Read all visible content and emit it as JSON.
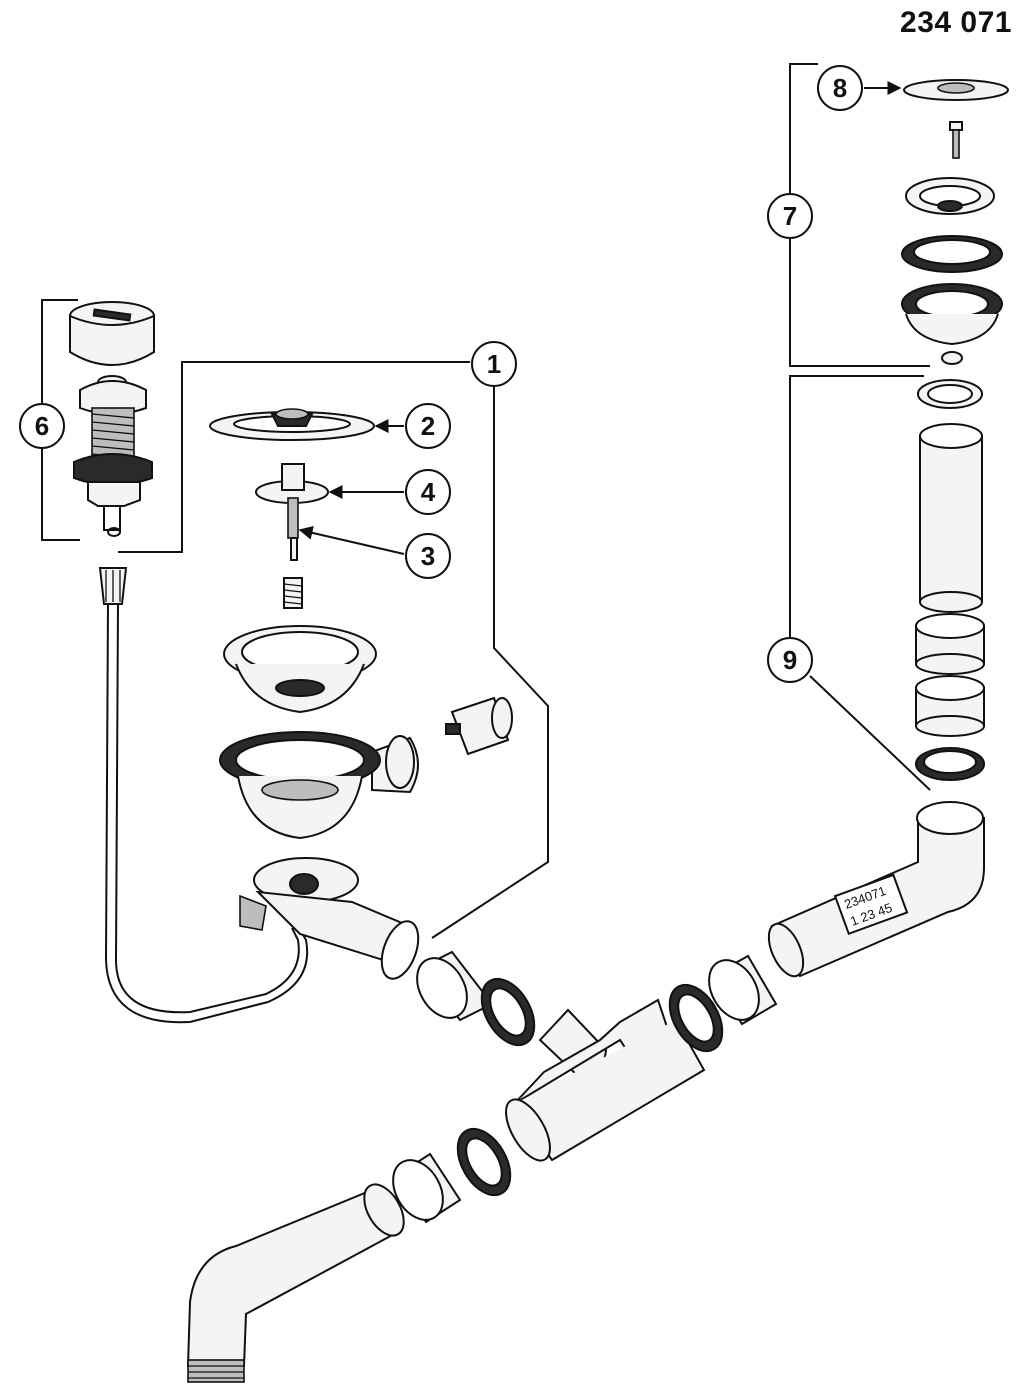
{
  "diagram": {
    "part_number": "234 071",
    "callouts": [
      {
        "id": "1",
        "label": "1"
      },
      {
        "id": "2",
        "label": "2"
      },
      {
        "id": "3",
        "label": "3"
      },
      {
        "id": "4",
        "label": "4"
      },
      {
        "id": "6",
        "label": "6"
      },
      {
        "id": "7",
        "label": "7"
      },
      {
        "id": "8",
        "label": "8"
      },
      {
        "id": "9",
        "label": "9"
      }
    ],
    "pipe_stamp": {
      "line1": "234071",
      "line2": "1 23 45"
    }
  }
}
